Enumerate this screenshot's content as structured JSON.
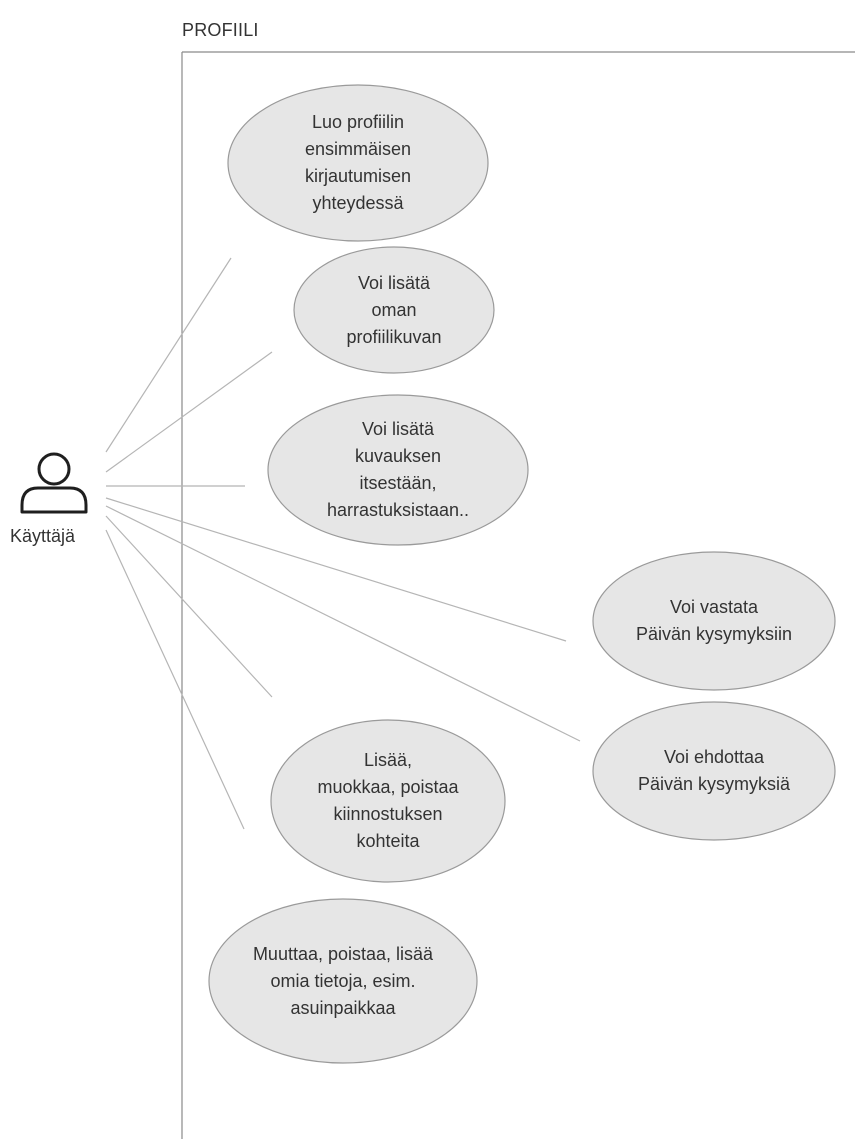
{
  "system": {
    "title": "PROFIILI"
  },
  "actor": {
    "label": "Käyttäjä",
    "icon": "user-icon"
  },
  "use_cases": [
    {
      "id": "create-profile",
      "label": "Luo profiilin\nensimmäisen\nkirjautumisen\nyhteydessä"
    },
    {
      "id": "add-profile-picture",
      "label": "Voi lisätä\noman\nprofiilikuvan"
    },
    {
      "id": "add-description",
      "label": "Voi lisätä\nkuvauksen\nitsestään,\nharrastuksistaan.."
    },
    {
      "id": "answer-daily-question",
      "label": "Voi vastata\nPäivän kysymyksiin"
    },
    {
      "id": "suggest-daily-question",
      "label": "Voi ehdottaa\nPäivän kysymyksiä"
    },
    {
      "id": "edit-interests",
      "label": "Lisää,\nmuokkaa, poistaa\nkiinnostuksen\nkohteita"
    },
    {
      "id": "edit-info",
      "label": "Muuttaa, poistaa, lisää\nomia tietoja, esim.\nasuinpaikkaa"
    }
  ],
  "colors": {
    "ellipse_fill": "#e6e6e6",
    "ellipse_stroke": "#9a9a9a",
    "line": "#b5b5b5",
    "boundary": "#8a8a8a"
  }
}
